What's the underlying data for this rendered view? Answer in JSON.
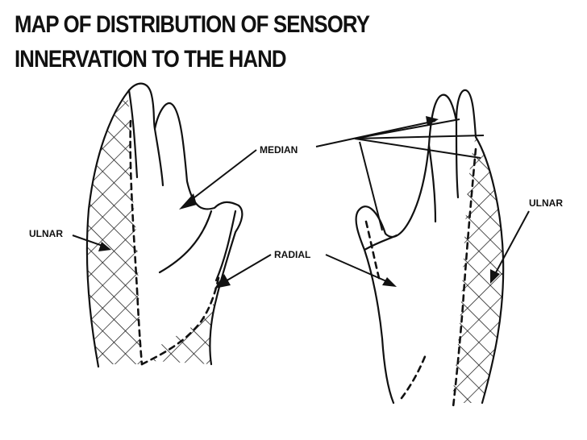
{
  "title": {
    "line1": "MAP OF DISTRIBUTION OF SENSORY",
    "line2": "INNERVATION TO THE HAND"
  },
  "labels": {
    "median": "MEDIAN",
    "radial": "RADIAL",
    "ulnar_left": "ULNAR",
    "ulnar_right": "ULNAR"
  },
  "colors": {
    "ink": "#111111",
    "background": "#ffffff"
  }
}
